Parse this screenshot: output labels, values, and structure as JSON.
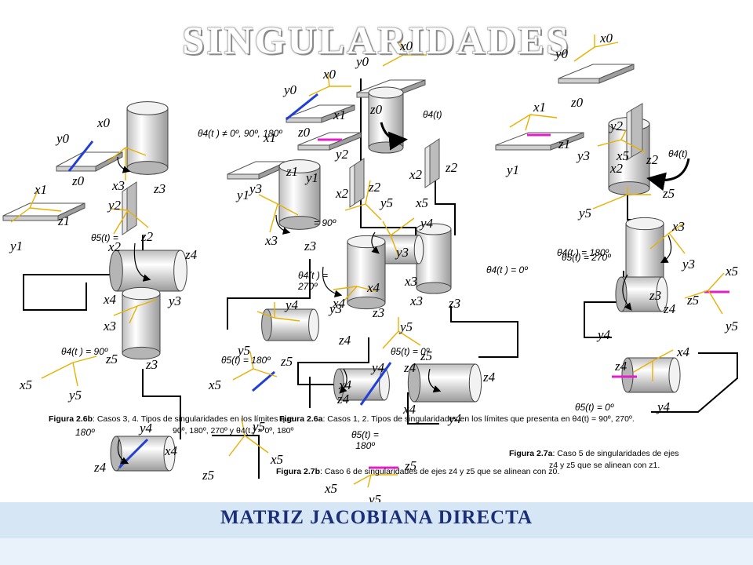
{
  "title": "SINGULARIDADES",
  "footer": "MATRIZ JACOBIANA DIRECTA",
  "colors": {
    "highlight_blue": "#1f3fd6",
    "highlight_magenta": "#e020c8",
    "axis_yellow": "#e8b000",
    "footer_band": "#d7e6f5"
  },
  "labels": {
    "x0": "x0",
    "y0": "y0",
    "z0": "z0",
    "x1": "x1",
    "y1": "y1",
    "z1": "z1",
    "x2": "x2",
    "y2": "y2",
    "z2": "z2",
    "x3": "x3",
    "y3": "y3",
    "z3": "z3",
    "x4": "x4",
    "y4": "y4",
    "z4": "z4",
    "x5": "x5",
    "y5": "y5",
    "z5": "z5"
  },
  "angles": {
    "th4_not": "θ4(t ) ≠ 0º, 90º, 180º",
    "th4": "θ4(t)",
    "th4_zero": "θ4(t ) = 0º",
    "th4_270": "θ4(t ) = 270º",
    "th4_90": "θ4(t ) = 90º",
    "th4_180": "θ4(t ) = 180º",
    "th5_eq": "θ5(t) =",
    "th5_90": "= 90º",
    "th5_180a": "θ5(t) = 180º",
    "th5_0a": "θ5(t) = 0º",
    "th5_180b_l1": "θ5(t) =",
    "th5_180b_l2": "180º",
    "th5_0b": "θ5(t) = 0º",
    "th5_180c": "180º",
    "th5_270": "θ5(t) = 270º"
  },
  "captions": {
    "fig26_head": "Figura 2.6b",
    "fig26_text": ": Casos 3, 4. Tipos de singularidades en los límites que",
    "fig26_text2": "90º, 180º, 270º y θ4(t ) = 0º, 180º",
    "fig26a_head": "Figura 2.6a",
    "fig26a_text": ": Casos 1, 2. Tipos de singularidades en los límites que presenta en θ4(t) = 90º, 270º.",
    "fig27a_head": "Figura 2.7a",
    "fig27a_text": ": Caso 5 de singularidades de ejes",
    "fig27a_text2": "z4 y z5 que se alinean con z1.",
    "fig27b_head": "Figura 2.7b",
    "fig27b_text": ": Caso 6 de singularidades de ejes z4 y z5 que se alinean con z0."
  }
}
